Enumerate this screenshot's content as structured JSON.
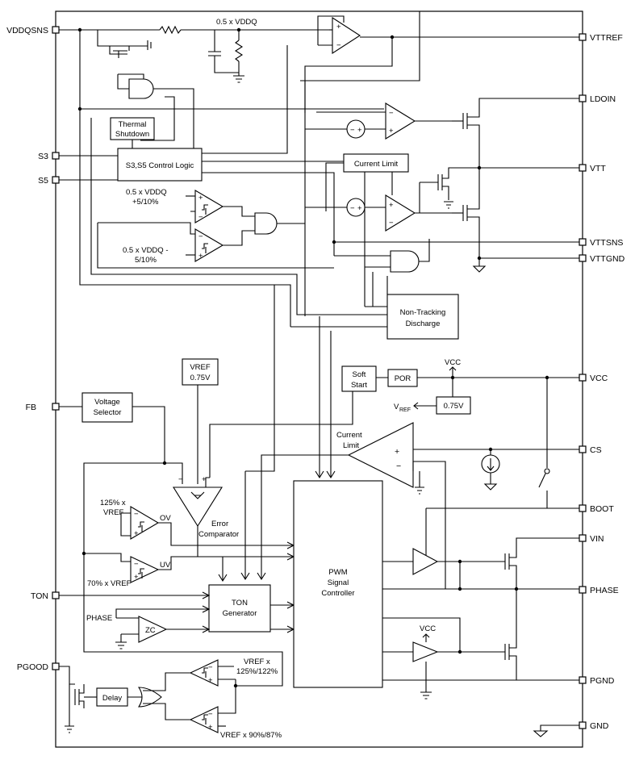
{
  "pins": {
    "vddqsns": "VDDQSNS",
    "s3": "S3",
    "s5": "S5",
    "fb": "FB",
    "ton": "TON",
    "pgood": "PGOOD",
    "vttref": "VTTREF",
    "ldoin": "LDOIN",
    "vtt": "VTT",
    "vttsns": "VTTSNS",
    "vttgnd": "VTTGND",
    "vcc": "VCC",
    "cs": "CS",
    "boot": "BOOT",
    "vin": "VIN",
    "phase": "PHASE",
    "pgnd": "PGND",
    "gnd": "GND"
  },
  "blocks": {
    "thermal": [
      "Thermal",
      "Shutdown"
    ],
    "control_logic": "S3,S5 Control Logic",
    "current_limit_box": "Current Limit",
    "non_tracking": [
      "Non-Tracking",
      "Discharge"
    ],
    "soft_start": [
      "Soft",
      "Start"
    ],
    "por": "POR",
    "vref_box": [
      "VREF",
      "0.75V"
    ],
    "vref_075": "0.75V",
    "voltage_selector": [
      "Voltage",
      "Selector"
    ],
    "ton_generator": [
      "TON",
      "Generator"
    ],
    "pwm": [
      "PWM",
      "Signal",
      "Controller"
    ],
    "delay": "Delay",
    "zc": "ZC"
  },
  "labels": {
    "half_vddq": "0.5 x VDDQ",
    "upper_window": [
      "0.5 x VDDQ",
      "+5/10%"
    ],
    "lower_window": [
      "0.5 x VDDQ -",
      "5/10%"
    ],
    "vcc_top": "VCC",
    "vref_sym": "V",
    "vref_sub": "REF",
    "current_limit": [
      "Current",
      "Limit"
    ],
    "ov_ref": [
      "125% x",
      "VREF"
    ],
    "ov": "OV",
    "uv": "UV",
    "uv_ref": "70% x VREF",
    "error_comp": [
      "Error",
      "Comparator"
    ],
    "phase_in": "PHASE",
    "vcc_drv": "VCC",
    "pg_upper": [
      "VREF x",
      "125%/122%"
    ],
    "pg_lower": "VREF x 90%/87%"
  }
}
